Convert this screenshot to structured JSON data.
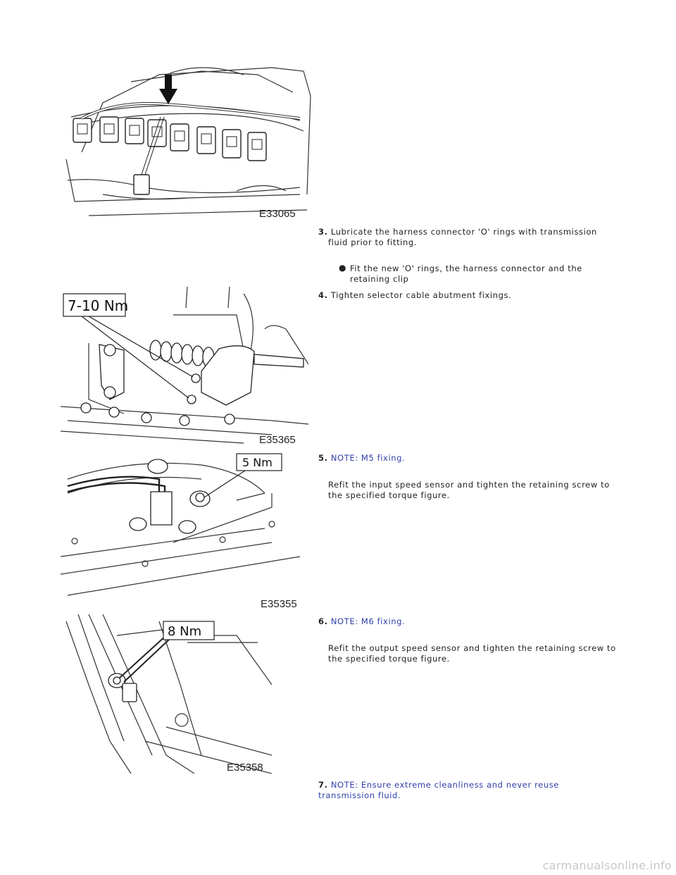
{
  "figures": [
    {
      "id": "E33065"
    },
    {
      "id": "E35365",
      "torque": "7-10 Nm"
    },
    {
      "id": "E35355",
      "torque": "5 Nm"
    },
    {
      "id": "E35358",
      "torque": "8 Nm"
    }
  ],
  "steps": [
    {
      "num": "3.",
      "text": "Lubricate the harness connector 'O' rings with transmission",
      "text2": "fluid prior to fitting.",
      "bullet": "Fit the new 'O' rings, the harness connector and the",
      "bullet2": "retaining clip"
    },
    {
      "num": "4.",
      "text": "Tighten selector cable abutment fixings."
    },
    {
      "num": "5.",
      "note": "NOTE: M5 fixing.",
      "text": "Refit the input speed sensor and tighten the retaining screw to",
      "text2": "the specified torque figure."
    },
    {
      "num": "6.",
      "note": "NOTE: M6 fixing.",
      "text": "Refit the output speed sensor and tighten the retaining screw to",
      "text2": "the specified torque figure."
    },
    {
      "num": "7.",
      "note": "NOTE: Ensure extreme cleanliness and never reuse",
      "note2": "transmission fluid."
    }
  ],
  "watermark": "carmanualsonline.info"
}
